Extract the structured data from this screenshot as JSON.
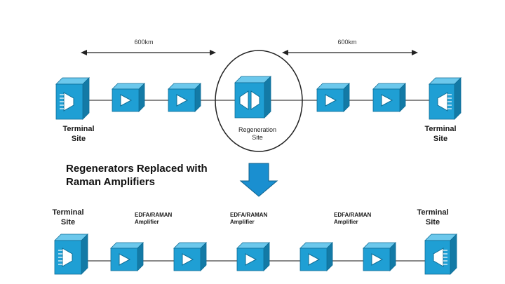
{
  "top_row": {
    "distance_left": "600km",
    "distance_right": "600km",
    "terminal_left": "Terminal\nSite",
    "terminal_right": "Terminal\nSite",
    "regeneration": "Regeneration\nSite"
  },
  "transition": {
    "caption": "Regenerators Replaced with\nRaman Amplifiers"
  },
  "bottom_row": {
    "terminal_left": "Terminal\nSite",
    "terminal_right": "Terminal\nSite",
    "amplifier_labels": [
      "EDFA/RAMAN\nAmplifier",
      "EDFA/RAMAN\nAmplifier",
      "EDFA/RAMAN\nAmplifier"
    ]
  },
  "colors": {
    "box_front": "#1f9fd4",
    "box_top": "#6cc8ec",
    "box_side": "#137aa6",
    "arrow": "#1a8fd0"
  }
}
